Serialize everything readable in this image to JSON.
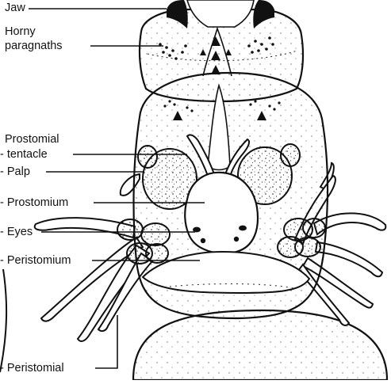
{
  "figure": {
    "labels": {
      "jaw": "Jaw",
      "horny_line1": "Horny",
      "horny_line2": "paragnaths",
      "prostomial_line1": "Prostomial",
      "prostomial_line2": "- tentacle",
      "palp": "- Palp",
      "prostomium": "- Prostomium",
      "eyes": "- Eyes",
      "peristomium": "- Peristomium",
      "peristomial": "- Peristomial"
    },
    "colors": {
      "ink": "#111111",
      "paper": "#ffffff"
    }
  }
}
